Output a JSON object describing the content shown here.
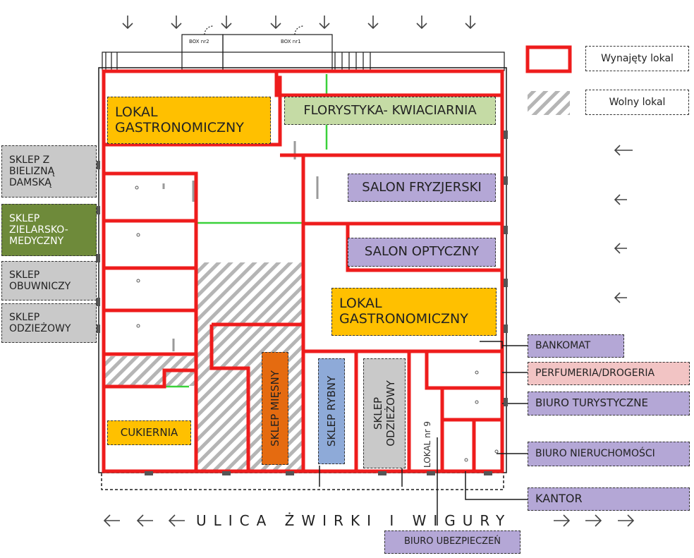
{
  "legend": {
    "rented": "Wynajęty lokal",
    "free": "Wolny lokal"
  },
  "street": "ULICA ŻWIRKI I WIGURY",
  "units": {
    "gastro1": "LOKAL GASTRONOMICZNY",
    "florist": "FLORYSTYKA- KWIACIARNIA",
    "hairdresser": "SALON FRYZJERSKI",
    "optician": "SALON OPTYCZNY",
    "gastro2": "LOKAL GASTRONOMICZNY",
    "lingerie": "SKLEP Z BIELIZNĄ DAMSKĄ",
    "herbal": "SKLEP ZIELARSKO-MEDYCZNY",
    "shoes": "SKLEP OBUWNICZY",
    "clothes_left": "SKLEP ODZIEŻOWY",
    "pastry": "CUKIERNIA",
    "butcher": "SKLEP MIĘSNY",
    "fish": "SKLEP RYBNY",
    "clothes_mid": "SKLEP ODZIEŻOWY",
    "unit9": "LOKAL nr 9",
    "atm": "BANKOMAT",
    "perfumery": "PERFUMERIA/DROGERIA",
    "travel": "BIURO TURYSTYCZNE",
    "realestate": "BIURO NIERUCHOMOŚCI",
    "exchange": "KANTOR",
    "insurance": "BIURO UBEZPIECZEŃ"
  },
  "boxes": {
    "box2": "BOX nr2",
    "box1": "BOX nr1"
  },
  "colors": {
    "rented_border": "#ee1c1c",
    "orange": "#ffc000",
    "light_green": "#c5dba5",
    "purple": "#b4a7d6",
    "gray": "#c9c9c9",
    "dark_green": "#6e8a3a",
    "dark_orange": "#e56b10",
    "blue": "#8eaad8",
    "pink": "#f2c4c4",
    "wall": "#1a1a1a",
    "green_line": "#3ad13a",
    "hatch": "#b0b0b0"
  },
  "icons": {
    "arrow_down": "arrow-down-icon",
    "arrow_left": "arrow-left-icon",
    "arrow_right": "arrow-right-icon"
  }
}
